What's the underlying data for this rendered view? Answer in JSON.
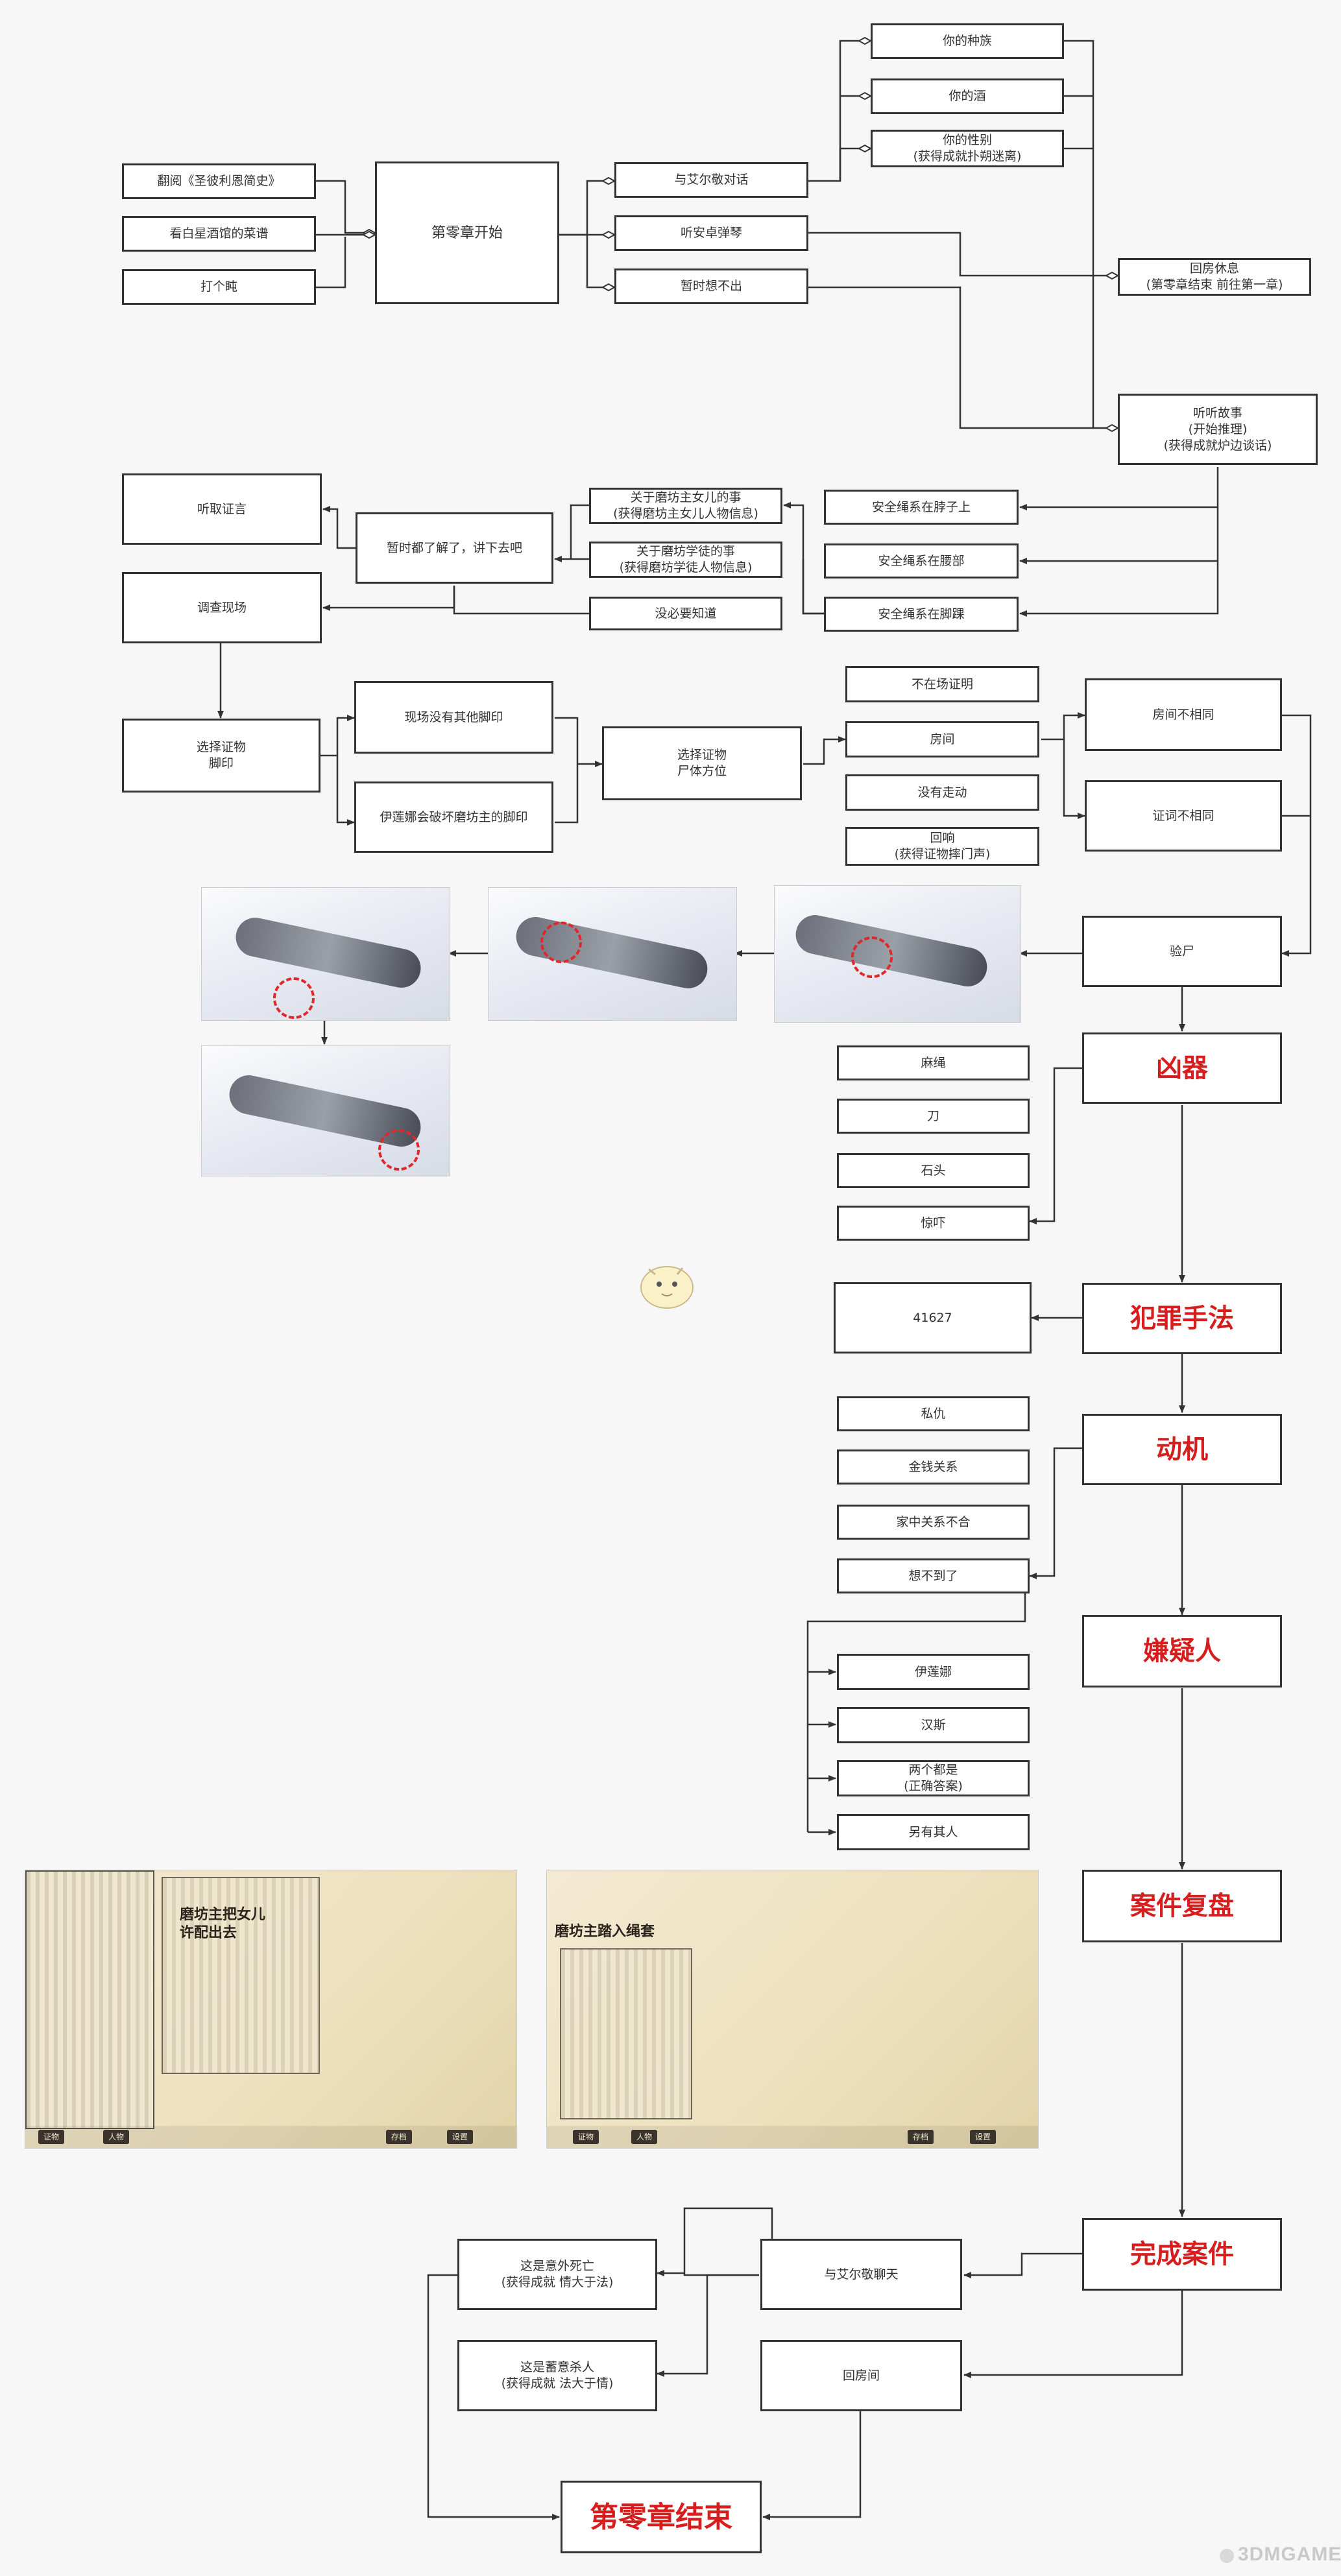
{
  "colors": {
    "accent_red": "#d61e1e",
    "line": "#333333",
    "background": "#f7f7f7"
  },
  "nodes": {
    "read_book": "翻阅《圣彼利恩简史》",
    "see_menu": "看白星酒馆的菜谱",
    "nap": "打个盹",
    "start": "第零章开始",
    "talk_alvin": "与艾尔敬对话",
    "piano": "听安卓弹琴",
    "not_out": "暂时想不出",
    "race": "你的种族",
    "wine": "你的酒",
    "gender": "你的性别\n(获得成就扑朔迷离)",
    "rest": "回房休息\n(第零章结束 前往第一章)",
    "story": "听听故事\n(开始推理)\n(获得成就炉边谈话)",
    "rope_neck": "安全绳系在脖子上",
    "rope_waist": "安全绳系在腰部",
    "rope_ankle": "安全绳系在脚踝",
    "miller_daughter": "关于磨坊主女儿的事\n(获得磨坊主女儿人物信息)",
    "miller_apprentice": "关于磨坊学徒的事\n(获得磨坊学徒人物信息)",
    "no_need": "没必要知道",
    "understood": "暂时都了解了，讲下去吧",
    "testimony": "听取证言",
    "investigate": "调查现场",
    "choose_footprint": "选择证物\n脚印",
    "other_footprint": "现场没有其他脚印",
    "ilena_broke": "伊莲娜会破坏磨坊主的脚印",
    "choose_body": "选择证物\n尸体方位",
    "alibi": "不在场证明",
    "room": "房间",
    "no_walk": "没有走动",
    "echo": "回响\n(获得证物摔门声)",
    "room_diff": "房间不相同",
    "testimony_diff": "证词不相同",
    "autopsy": "验尸",
    "weapon": "凶器",
    "hemp_rope": "麻绳",
    "knife": "刀",
    "stone": "石头",
    "scare": "惊吓",
    "method": "犯罪手法",
    "code": "41627",
    "motive": "动机",
    "revenge": "私仇",
    "money": "金钱关系",
    "family": "家中关系不合",
    "unexpected": "想不到了",
    "suspect": "嫌疑人",
    "ilena": "伊莲娜",
    "hans": "汉斯",
    "both": "两个都是\n(正确答案)",
    "other_person": "另有其人",
    "review": "案件复盘",
    "complete": "完成案件",
    "accident": "这是意外死亡\n(获得成就 情大于法)",
    "murder": "这是蓄意杀人\n(获得成就 法大于情)",
    "chat_alvin": "与艾尔敬聊天",
    "back_room": "回房间",
    "end": "第零章结束"
  },
  "comic1": {
    "caption": "磨坊主把女儿\n许配出去",
    "buttons": [
      "证物",
      "人物",
      "存档",
      "设置"
    ]
  },
  "comic2": {
    "caption": "磨坊主踏入绳套",
    "buttons": [
      "证物",
      "人物",
      "存档",
      "设置"
    ]
  },
  "watermark": "3DMGAME"
}
